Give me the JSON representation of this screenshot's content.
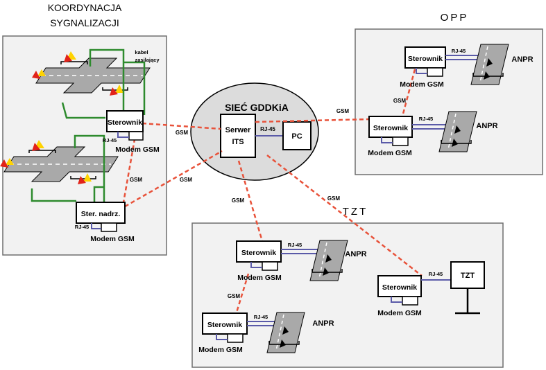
{
  "groups": {
    "koordynacja": [
      "KOORDYNACJA",
      "SYGNALIZACJI"
    ],
    "opp": "OPP",
    "tzt": "TZT"
  },
  "network": {
    "name": "SIEĆ GDDKiA",
    "server": [
      "Serwer",
      "ITS"
    ],
    "pc": "PC",
    "link": "RJ-45"
  },
  "labels": {
    "sterownik": "Sterownik",
    "ster_nadrz": "Ster. nadrz.",
    "modem": "Modem GSM",
    "rj45": "RJ-45",
    "gsm": "GSM",
    "anpr": "ANPR",
    "tzt_device": "TZT",
    "kabel": [
      "kabel",
      "zasilający"
    ]
  },
  "colors": {
    "gsm_link": "#e8523a",
    "rj45_link": "#5a5aa8",
    "cable": "#2e8b2e",
    "road": "#a9a9a9",
    "ellipse_fill": "#dcdcdc",
    "panel_fill": "#f2f2f2"
  }
}
